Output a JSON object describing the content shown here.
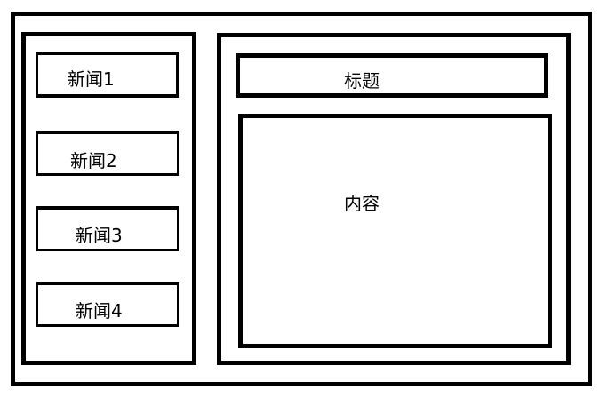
{
  "sidebar": {
    "items": [
      {
        "label": "新闻1"
      },
      {
        "label": "新闻2"
      },
      {
        "label": "新闻3"
      },
      {
        "label": "新闻4"
      }
    ]
  },
  "main": {
    "title": "标题",
    "content": "内容"
  }
}
